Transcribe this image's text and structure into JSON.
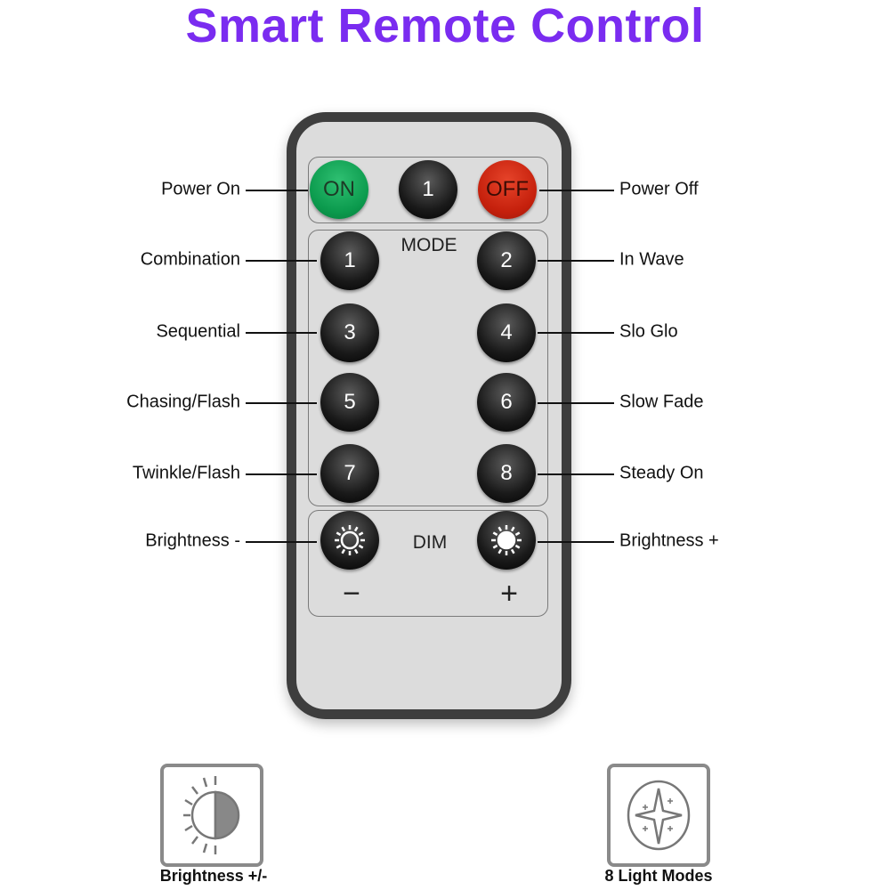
{
  "title": "Smart Remote Control",
  "top_row": [
    {
      "label": "ON",
      "kind": "on"
    },
    {
      "label": "1",
      "kind": "dark"
    },
    {
      "label": "OFF",
      "kind": "off"
    }
  ],
  "mode_label": "MODE",
  "modes": [
    "1",
    "2",
    "3",
    "4",
    "5",
    "6",
    "7",
    "8"
  ],
  "dim_label": "DIM",
  "dim_minus": "−",
  "dim_plus": "+",
  "left_labels": [
    "Power On",
    "Combination",
    "Sequential",
    "Chasing/Flash",
    "Twinkle/Flash",
    "Brightness -"
  ],
  "right_labels": [
    "Power Off",
    "In Wave",
    "Slo Glo",
    "Slow Fade",
    "Steady On",
    "Brightness +"
  ],
  "features": [
    {
      "caption": "Brightness +/-",
      "icon": "brightness-icon"
    },
    {
      "caption": "8 Light Modes",
      "icon": "star-icon"
    }
  ]
}
